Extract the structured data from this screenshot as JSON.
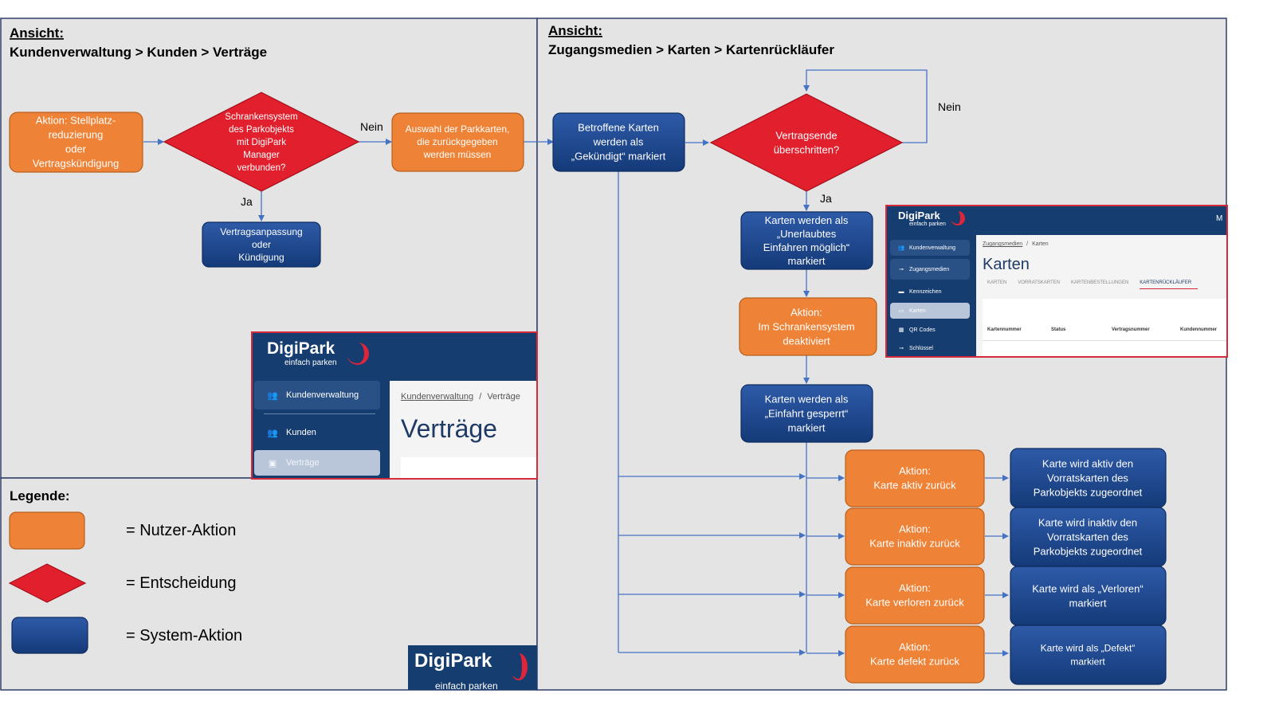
{
  "left_panel": {
    "view_label": "Ansicht:",
    "view_path": "Kundenverwaltung > Kunden > Verträge",
    "nodes": {
      "user_action_start": [
        "Aktion: Stellplatz-",
        "reduzierung",
        "oder",
        "Vertragskündigung"
      ],
      "decision_barrier": [
        "Schrankensystem",
        "des Parkobjekts",
        "mit DigiPark",
        "Manager",
        "verbunden?"
      ],
      "select_cards": [
        "Auswahl der Parkkarten,",
        "die zurückgegeben",
        "werden müssen"
      ],
      "contract_adjust": [
        "Vertragsanpassung",
        "oder",
        "Kündigung"
      ]
    },
    "edge_no": "Nein",
    "edge_yes": "Ja"
  },
  "legend": {
    "title": "Legende:",
    "user_action": "= Nutzer-Aktion",
    "decision": "= Entscheidung",
    "system_action": "= System-Aktion"
  },
  "right_panel": {
    "view_label": "Ansicht:",
    "view_path": "Zugangsmedien > Karten > Kartenrückläufer",
    "nodes": {
      "marked_terminated": [
        "Betroffene Karten",
        "werden als",
        "„Gekündigt“ markiert"
      ],
      "decision_contract_end": [
        "Vertragsende",
        "überschritten?"
      ],
      "marked_unauthorized": [
        "Karten werden als",
        "„Unerlaubtes",
        "Einfahren möglich“",
        "markiert"
      ],
      "deactivate_action": [
        "Aktion:",
        "Im Schrankensystem",
        "deaktiviert"
      ],
      "marked_blocked": [
        "Karten werden als",
        "„Einfahrt gesperrt“",
        "markiert"
      ],
      "return_active": [
        "Aktion:",
        "Karte aktiv zurück"
      ],
      "return_inactive": [
        "Aktion:",
        "Karte inaktiv zurück"
      ],
      "return_lost": [
        "Aktion:",
        "Karte verloren zurück"
      ],
      "return_defect": [
        "Aktion:",
        "Karte defekt zurück"
      ],
      "result_active": [
        "Karte wird aktiv den",
        "Vorratskarten des",
        "Parkobjekts zugeordnet"
      ],
      "result_inactive": [
        "Karte wird inaktiv den",
        "Vorratskarten des",
        "Parkobjekts zugeordnet"
      ],
      "result_lost": [
        "Karte wird als „Verloren“",
        "markiert"
      ],
      "result_defect": [
        "Karte wird als „Defekt“",
        "markiert"
      ]
    },
    "edge_no": "Nein",
    "edge_yes": "Ja"
  },
  "screenshot_contracts": {
    "logo": "DigiPark",
    "logo_sub": "einfach parken",
    "nav": [
      "Kundenverwaltung",
      "Kunden",
      "Verträge"
    ],
    "breadcrumb_link": "Kundenverwaltung",
    "breadcrumb_sep": "/",
    "breadcrumb_current": "Verträge",
    "page_title": "Verträge"
  },
  "screenshot_cards": {
    "logo": "DigiPark",
    "logo_sub": "einfach parken",
    "topbar_right": "M",
    "nav": [
      "Kundenverwaltung",
      "Zugangsmedien",
      "Kennzeichen",
      "Karten",
      "QR Codes",
      "Schlüssel"
    ],
    "breadcrumb_link": "Zugangsmedien",
    "breadcrumb_sep": "/",
    "breadcrumb_current": "Karten",
    "page_title": "Karten",
    "tabs": [
      "KARTEN",
      "VORRATSKARTEN",
      "KARTENBESTELLUNGEN",
      "KARTENRÜCKLÄUFER"
    ],
    "columns": [
      "Kartennummer",
      "Status",
      "Vertragsnummer",
      "Kundennummer"
    ]
  },
  "brand_logo": {
    "logo": "DigiPark",
    "logo_sub": "einfach parken"
  },
  "colors": {
    "user_action": "#ee8236",
    "decision": "#e21f2d",
    "system_action": "#1e4b8f",
    "panel": "#e4e4e4",
    "edge": "#4472c4"
  }
}
